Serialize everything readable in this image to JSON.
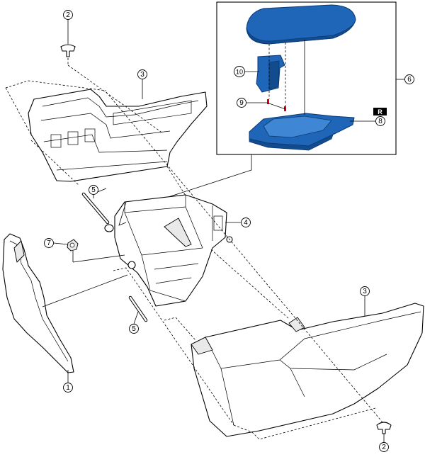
{
  "callouts": {
    "c1": "1",
    "c2_top": "2",
    "c2_bottom": "2",
    "c3_top": "3",
    "c3_bottom": "3",
    "c4": "4",
    "c5_top": "5",
    "c5_bottom": "5",
    "c6": "6",
    "c7": "7",
    "c8": "8",
    "c9": "9",
    "c10": "10"
  },
  "detail_box": {
    "side_mark": "R"
  },
  "colors": {
    "highlight_part": "#1f66b8",
    "fastener": "#d0021b"
  }
}
